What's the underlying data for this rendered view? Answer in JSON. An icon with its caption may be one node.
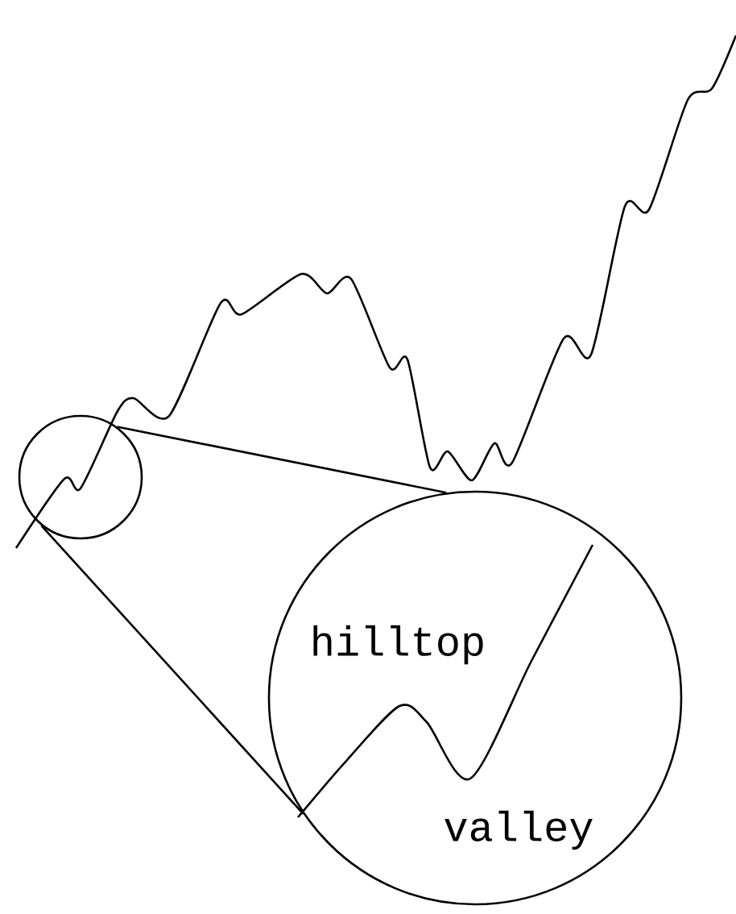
{
  "diagram": {
    "nodes": [
      {
        "text": [],
        "shape": "circle"
      },
      {
        "text": [
          "hilltop",
          "valley"
        ]
      }
    ],
    "edges": [
      {
        "from": 0,
        "to": 1,
        "arrow": "none"
      },
      {
        "from": 0,
        "to": 1,
        "arrow": "none"
      }
    ]
  }
}
